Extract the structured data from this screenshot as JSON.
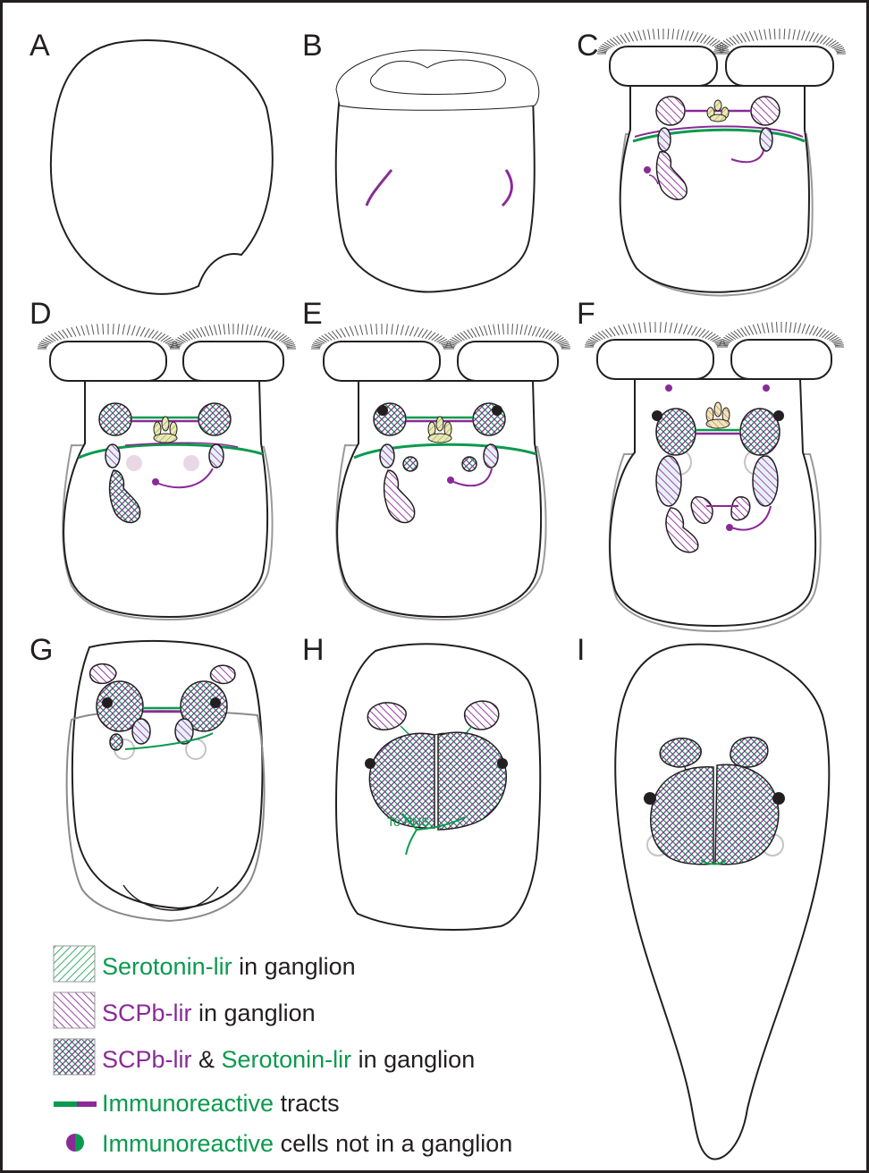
{
  "panels": {
    "A": {
      "label": "A"
    },
    "B": {
      "label": "B"
    },
    "C": {
      "label": "C"
    },
    "D": {
      "label": "D"
    },
    "E": {
      "label": "E"
    },
    "F": {
      "label": "F"
    },
    "G": {
      "label": "G"
    },
    "H": {
      "label": "H",
      "annotation": "To PNS"
    },
    "I": {
      "label": "I"
    }
  },
  "legend": {
    "items": [
      {
        "parts": [
          {
            "text": "Serotonin-lir",
            "color": "green"
          },
          {
            "text": " in ganglion",
            "color": "black"
          }
        ]
      },
      {
        "parts": [
          {
            "text": "SCPb-lir",
            "color": "purple"
          },
          {
            "text": " in ganglion",
            "color": "black"
          }
        ]
      },
      {
        "parts": [
          {
            "text": "SCPb-lir",
            "color": "purple"
          },
          {
            "text": " & ",
            "color": "black"
          },
          {
            "text": "Serotonin-lir",
            "color": "green"
          },
          {
            "text": " in ganglion",
            "color": "black"
          }
        ]
      },
      {
        "parts": [
          {
            "text": "Immunoreactive",
            "color": "green"
          },
          {
            "text": " tracts",
            "color": "black"
          }
        ]
      },
      {
        "parts": [
          {
            "text": "Immunoreactive",
            "color": "green"
          },
          {
            "text": " cells not in a ganglion",
            "color": "black"
          }
        ]
      }
    ]
  },
  "colors": {
    "green": "#0a9a4e",
    "purple": "#8a2a97",
    "black": "#231f20",
    "mouth": "#f2e6b0",
    "soft_purple": "#e3cde0",
    "grey": "#8a8a8a",
    "light_grey": "#c4c4c4"
  }
}
